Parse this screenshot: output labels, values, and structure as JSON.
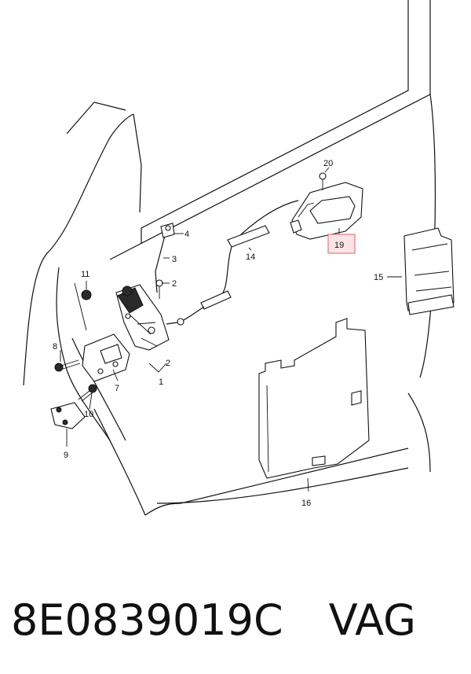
{
  "diagram": {
    "callouts": {
      "c1": "1",
      "c2a": "2",
      "c2b": "2",
      "c3": "3",
      "c4": "4",
      "c7": "7",
      "c8": "8",
      "c9": "9",
      "c10": "10",
      "c11": "11",
      "c14": "14",
      "c15": "15",
      "c16": "16",
      "c19": "19",
      "c20": "20"
    },
    "highlighted_callout": "19",
    "highlight_color": "#e07a87"
  },
  "caption": {
    "part_number": "8E0839019C",
    "brand": "VAG"
  }
}
